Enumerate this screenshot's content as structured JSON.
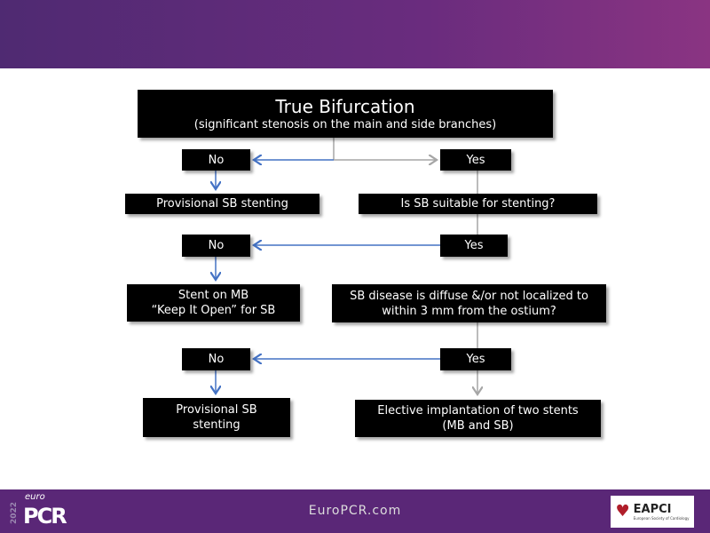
{
  "title_box": {
    "title": "True Bifurcation",
    "subtitle": "(significant  stenosis on the main and side branches)"
  },
  "row1": {
    "no": "No",
    "yes": "Yes"
  },
  "provisional1": "Provisional  SB stenting",
  "question1": "Is SB  suitable  for stenting?",
  "row2": {
    "no": "No",
    "yes": "Yes"
  },
  "stent_mb": {
    "line1": "Stent on MB",
    "line2": "“Keep It Open” for  SB"
  },
  "question2": {
    "line1": "SB disease is diffuse &/or not localized  to",
    "line2": "within  3 mm from the ostium?"
  },
  "row3": {
    "no": "No",
    "yes": "Yes"
  },
  "provisional2": {
    "line1": "Provisional  SB",
    "line2": "stenting"
  },
  "elective": {
    "line1": "Elective implantation  of two stents",
    "line2": "(MB and SB)"
  },
  "footer": {
    "url": "EuroPCR.com",
    "logo_year": "2022",
    "logo_top": "euro",
    "logo_main": "PCR",
    "partner": "EAPCI",
    "partner_sub": "European Society of Cardiology"
  },
  "colors": {
    "blue_arrow": "#4472c4",
    "gray_arrow": "#a6a6a6",
    "header": "#5f2b7c"
  }
}
